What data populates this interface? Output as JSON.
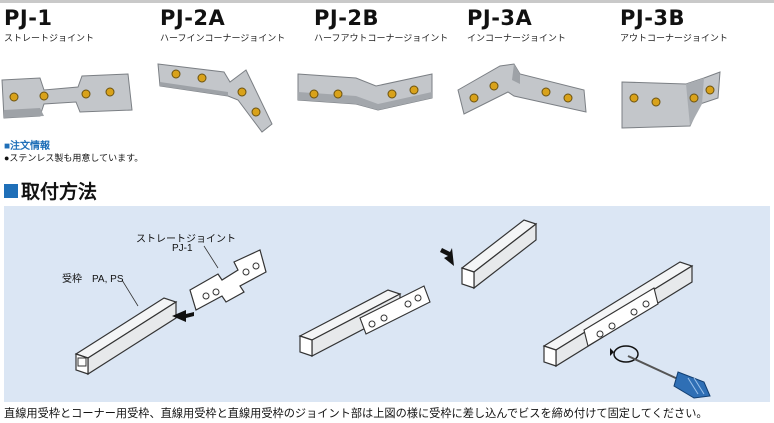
{
  "products": [
    {
      "code": "PJ-1",
      "subtitle": "ストレートジョイント"
    },
    {
      "code": "PJ-2A",
      "subtitle": "ハーフインコーナージョイント"
    },
    {
      "code": "PJ-2B",
      "subtitle": "ハーフアウトコーナージョイント"
    },
    {
      "code": "PJ-3A",
      "subtitle": "インコーナージョイント"
    },
    {
      "code": "PJ-3B",
      "subtitle": "アウトコーナージョイント"
    }
  ],
  "order_info": {
    "title": "■注文情報",
    "note": "●ステンレス製も用意しています。"
  },
  "section": {
    "title": "取付方法"
  },
  "diagram": {
    "joint_label": "ストレートジョイント",
    "joint_code": "PJ-1",
    "frame_label": "受枠　PA, PS"
  },
  "caption": "直線用受枠とコーナー用受枠、直線用受枠と直線用受枠のジョイント部は上図の様に受枠に差し込んでビスを締め付けて固定してください。",
  "colors": {
    "accent": "#1f6fb8",
    "panel": "#dbe6f4",
    "metal": "#b9bcc0",
    "screw": "#d9a21a"
  }
}
